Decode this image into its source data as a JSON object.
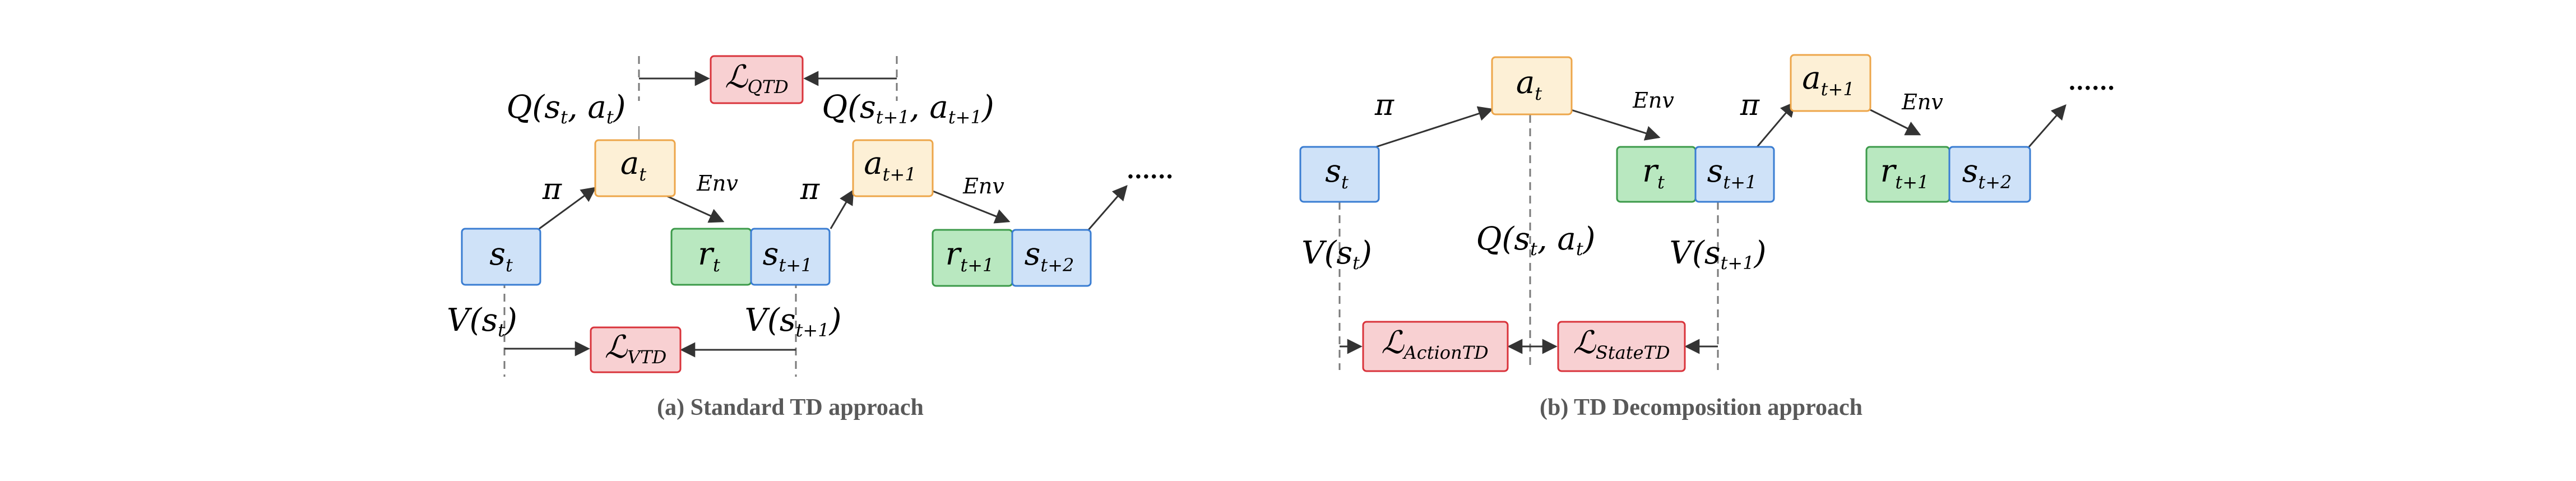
{
  "panel_a": {
    "caption": "(a) Standard  TD approach",
    "s_t": "s",
    "s_t_sub": "t",
    "a_t": "a",
    "a_t_sub": "t",
    "r_t": "r",
    "r_t_sub": "t",
    "s_t1": "s",
    "s_t1_sub": "t+1",
    "a_t1": "a",
    "a_t1_sub": "t+1",
    "r_t1": "r",
    "r_t1_sub": "t+1",
    "s_t2": "s",
    "s_t2_sub": "t+2",
    "loss_q": "ℒ",
    "loss_q_sub": "QTD",
    "loss_v": "ℒ",
    "loss_v_sub": "VTD",
    "q_label_1": "Q(s",
    "q_label_1_mid": ", a",
    "q_label_1_end": ")",
    "q_label_2": "Q(s",
    "q_label_2_mid": ", a",
    "q_label_2_end": ")",
    "v_label_1": "V(s",
    "v_label_1_end": ")",
    "v_label_2": "V(s",
    "v_label_2_end": ")",
    "pi_1": "π",
    "pi_2": "π",
    "env_1": "Env",
    "env_2": "Env",
    "dots": "......"
  },
  "panel_b": {
    "caption": "(b) TD Decomposition approach",
    "s_t": "s",
    "s_t_sub": "t",
    "a_t": "a",
    "a_t_sub": "t",
    "r_t": "r",
    "r_t_sub": "t",
    "s_t1": "s",
    "s_t1_sub": "t+1",
    "a_t1": "a",
    "a_t1_sub": "t+1",
    "r_t1": "r",
    "r_t1_sub": "t+1",
    "s_t2": "s",
    "s_t2_sub": "t+2",
    "loss_action": "ℒ",
    "loss_action_sub": "ActionTD",
    "loss_state": "ℒ",
    "loss_state_sub": "StateTD",
    "q_label": "Q(s",
    "q_label_mid": ", a",
    "q_label_end": ")",
    "v_label_1": "V(s",
    "v_label_1_end": ")",
    "v_label_2": "V(s",
    "v_label_2_end": ")",
    "pi_1": "π",
    "pi_2": "π",
    "env_1": "Env",
    "env_2": "Env",
    "dots": "......"
  },
  "colors": {
    "state_fill": "#cfe2f8",
    "state_stroke": "#3a7dd2",
    "action_fill": "#fdf0d6",
    "action_stroke": "#eda64a",
    "reward_fill": "#b9e8c0",
    "reward_stroke": "#3c9a4a",
    "loss_fill": "#f8d0d2",
    "loss_stroke": "#d9333b",
    "line": "#333333",
    "dash": "#7a7a7a"
  }
}
